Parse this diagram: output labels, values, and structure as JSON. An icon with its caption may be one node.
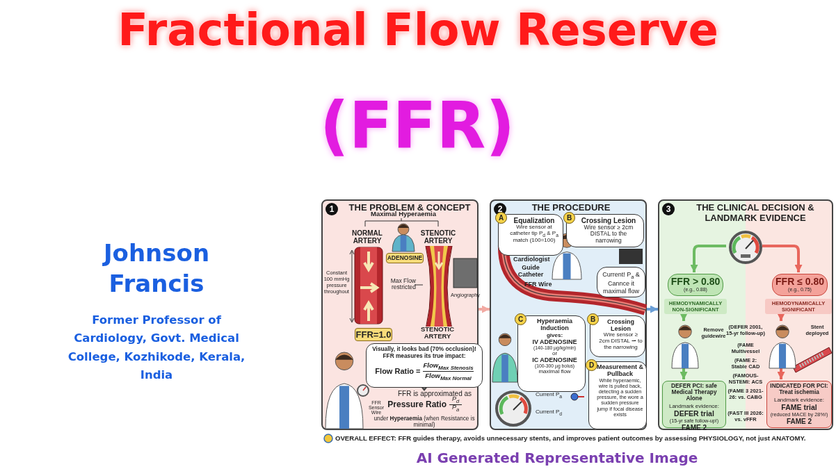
{
  "diagram": {
    "title": "Fractional Flow Reserve",
    "caption": "AI Generated Representative Image",
    "nodes": [
      {
        "text": [
          "1",
          "THE PROBLEM & CONCEPT"
        ]
      },
      {
        "text": [
          "2",
          "THE PROCEDURE"
        ]
      },
      {
        "text": [
          "3",
          "THE CLINICAL DECISION & LANDMARK EVIDENCE"
        ]
      },
      {
        "text": [
          "ADENOSINE"
        ],
        "in": 0
      },
      {
        "text": [
          "FFR=1.0"
        ],
        "in": 0
      },
      {
        "text": [
          "Visually, it looks bad (70% occlusion)! FFR measures its true impact:",
          "Flow Ratio =",
          "Flow$_{Max Stenosis}$",
          "Flow$_{Max Normal}$"
        ],
        "in": 0
      },
      {
        "text": [
          "Max Flow restricted"
        ],
        "in": 0
      },
      {
        "text": [],
        "shape": "picture",
        "in": 0
      },
      {
        "text": [
          "A",
          "Equalization",
          "Wire sensor at catheter tip P$_{d}$ & P$_{a}$ match (100=100)"
        ],
        "in": 1
      },
      {
        "text": [
          "B",
          "Crossing Lesion",
          "Wire sensor ≥ 2cm DISTAL to the narrowing"
        ],
        "in": 1
      },
      {
        "text": [
          "Current! P$_{a}$ & Cannce it maximal flow"
        ],
        "in": 1
      },
      {
        "text": [
          "C",
          "Hyperaemia Induction",
          "gives:",
          "IV ADENOSINE",
          "(140-180 µg/kg/min)",
          "or",
          "IC ADENOSINE",
          "(100-300 µg bolus)",
          "maximal flow"
        ],
        "in": 1
      },
      {
        "text": [
          "B",
          "Crossing Lesion",
          "Wire sensor ≥ 2cm DISTAL ⇀ to the narrowing"
        ],
        "in": 1
      },
      {
        "text": [
          "D",
          "Measurement & Pullback",
          "While hyperaemic, wire is pulled back, detecting a sudden pressure, the wore a sudden pressure jump if focal disease exists"
        ],
        "in": 1
      },
      {
        "text": [],
        "shape": "picture",
        "in": 2
      },
      {
        "text": [
          "FFR > 0.80",
          "(e.g., 0.88)"
        ],
        "in": 2
      },
      {
        "text": [
          "HEMODYNAMICALLY NON-SIGNIFICANT"
        ],
        "in": 2
      },
      {
        "text": [],
        "shape": "person",
        "in": 2
      },
      {
        "text": [
          "DEFER PCI: safe Medical Therapy Alone",
          "Landmark evidence:",
          "DEFER trial",
          "(15-yr safe follow-up!)",
          "FAME 2"
        ],
        "in": 2
      },
      {
        "text": [
          "FFR ≤ 0.80",
          "(e.g., 0.75)"
        ],
        "in": 2
      },
      {
        "text": [
          "HEMODYNAMICALLY SIGNIFICANT"
        ],
        "in": 2
      },
      {
        "text": [],
        "shape": "person",
        "in": 2
      },
      {
        "text": [
          "INDICATED FOR PCI: Treat ischemia",
          "Landmark evidence:",
          "FAME trial",
          "(reduced MACE by 28%!)",
          "FAME 2"
        ],
        "in": 2
      }
    ],
    "edges": [
      {
        "from": 0,
        "to": 1,
        "arrow": "to",
        "color": "#f2aaa3"
      },
      {
        "from": 1,
        "to": 2,
        "arrow": "to",
        "color": "#6b9fd6"
      },
      {
        "from": 14,
        "to": 15,
        "arrow": "to",
        "color": "#6dbb62"
      },
      {
        "from": 14,
        "to": 19,
        "arrow": "to",
        "color": "#e8675d"
      },
      {
        "from": 16,
        "to": 17,
        "arrow": "to",
        "color": "#6dbb62"
      },
      {
        "from": 17,
        "to": 18,
        "arrow": "to",
        "color": "#6dbb62"
      },
      {
        "from": 20,
        "to": 21,
        "arrow": "to",
        "color": "#e8675d"
      },
      {
        "from": 21,
        "to": 22,
        "arrow": "to",
        "color": "#e8675d"
      },
      {
        "from": 6,
        "to": 7,
        "arrow": "none",
        "color": "#333333"
      }
    ],
    "labels": [
      "(FFR)",
      "Johnson Francis",
      "Former Professor of Cardiology, Govt. Medical College, Kozhikode, Kerala, India",
      "Maximal Hyperaemia",
      "NORMAL ARTERY",
      "STENOTIC ARTERY",
      "Constant 100 mmHg pressure throughout",
      "Angiography",
      "STENOTIC ARTERY",
      "FFR is approximated as",
      "Pressure Ratio",
      "P$_{d}$",
      "P$_{a}$",
      "under **Hyperaemia** (when Resistance is minimal)",
      "FFR Sensor Wire",
      "Cardiologist",
      "Guide Catheter",
      "FFR Wire",
      "Current P$_{a}$",
      "Current P$_{d}$",
      "Remove guidewire",
      "(DEFER 2001, 15-yr follow-up)",
      "Stent deployed",
      "(FAME Multivessel",
      "(FAME 2: Stable CAD",
      "(FAMOUS-NSTEMI: ACS",
      "(FAME 3 2021-26: vs. CABG",
      "(FAST III 2026: vs. vFFR",
      "OVERALL EFFECT: FFR guides therapy, avoids unnecessary stents, and improves patient outcomes by assessing PHYSIOLOGY, not just ANATOMY."
    ]
  }
}
